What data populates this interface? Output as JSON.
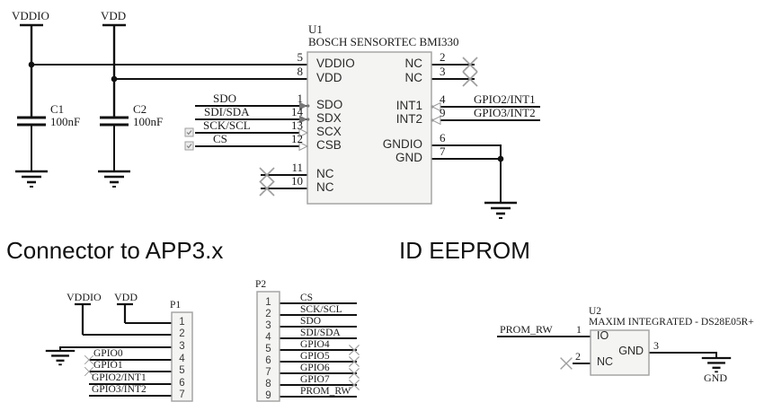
{
  "titles": {
    "connector_section": "Connector to APP3.x",
    "eeprom_section": "ID EEPROM"
  },
  "colors": {
    "wire": "#111111",
    "component_fill": "#f4f4f2",
    "component_border": "#a0a0a0",
    "nc_cross": "#9e9e9e",
    "text": "#1a1a1a"
  },
  "main_circuit": {
    "power_rails": [
      {
        "net": "VDDIO"
      },
      {
        "net": "VDD"
      }
    ],
    "capacitors": [
      {
        "ref": "C1",
        "value": "100nF"
      },
      {
        "ref": "C2",
        "value": "100nF"
      }
    ],
    "u1": {
      "ref": "U1",
      "part": "BOSCH SENSORTEC BMI330",
      "left_pins": [
        {
          "num": "5",
          "name": "VDDIO",
          "net": ""
        },
        {
          "num": "8",
          "name": "VDD",
          "net": ""
        },
        {
          "num": "1",
          "name": "SDO",
          "net": "SDO"
        },
        {
          "num": "14",
          "name": "SDX",
          "net": "SDI/SDA"
        },
        {
          "num": "13",
          "name": "SCX",
          "net": "SCK/SCL"
        },
        {
          "num": "12",
          "name": "CSB",
          "net": "CS"
        },
        {
          "num": "11",
          "name": "NC",
          "net": ""
        },
        {
          "num": "10",
          "name": "NC",
          "net": ""
        }
      ],
      "right_pins": [
        {
          "num": "2",
          "name": "NC",
          "net": ""
        },
        {
          "num": "3",
          "name": "NC",
          "net": ""
        },
        {
          "num": "4",
          "name": "INT1",
          "net": "GPIO2/INT1"
        },
        {
          "num": "9",
          "name": "INT2",
          "net": "GPIO3/INT2"
        },
        {
          "num": "6",
          "name": "GNDIO",
          "net": ""
        },
        {
          "num": "7",
          "name": "GND",
          "net": ""
        }
      ]
    }
  },
  "connector_section": {
    "p1": {
      "ref": "P1",
      "power_nets": [
        "VDDIO",
        "VDD"
      ],
      "pin_numbers": [
        "1",
        "2",
        "3",
        "4",
        "5",
        "6",
        "7"
      ],
      "net_labels": [
        "GPIO0",
        "GPIO1",
        "GPIO2/INT1",
        "GPIO3/INT2"
      ]
    },
    "p2": {
      "ref": "P2",
      "pin_numbers": [
        "1",
        "2",
        "3",
        "4",
        "5",
        "6",
        "7",
        "8",
        "9"
      ],
      "net_labels": [
        "CS",
        "SCK/SCL",
        "SDO",
        "SDI/SDA",
        "GPIO4",
        "GPIO5",
        "GPIO6",
        "GPIO7",
        "PROM_RW"
      ]
    }
  },
  "eeprom_section": {
    "u2": {
      "ref": "U2",
      "part": "MAXIM INTEGRATED - DS28E05R+",
      "pin1": {
        "num": "1",
        "name": "IO",
        "net": "PROM_RW"
      },
      "pin2": {
        "num": "2",
        "name": "NC"
      },
      "pin3": {
        "num": "3",
        "name": "GND"
      },
      "gnd_label": "GND"
    }
  }
}
